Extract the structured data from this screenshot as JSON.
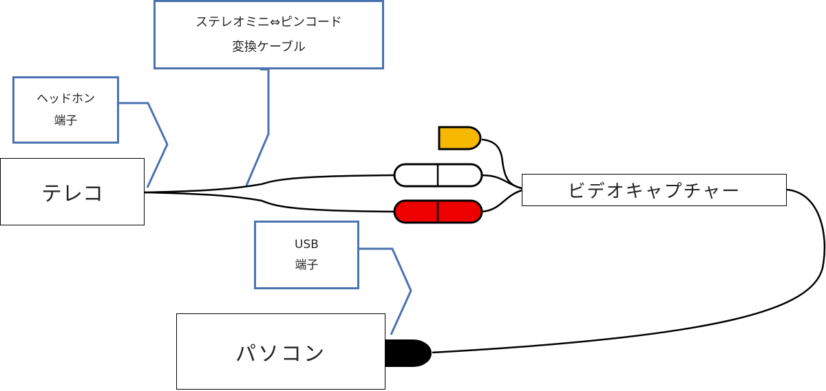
{
  "devices": {
    "teleco": "テレコ",
    "video_capture": "ビデオキャプチャー",
    "pc": "パソコン"
  },
  "callouts": {
    "headphone_jack": {
      "line1": "ヘッドホン",
      "line2": "端子"
    },
    "cable": {
      "line1": "ステレオミニ⇔ピンコード",
      "line2": "変換ケーブル"
    },
    "usb_port": {
      "line1": "USB",
      "line2": "端子"
    }
  },
  "colors": {
    "callout_border": "#4a72b0",
    "plug_yellow": "#f7b800",
    "plug_white": "#ffffff",
    "plug_red": "#ee0000",
    "usb_plug": "#000000"
  }
}
